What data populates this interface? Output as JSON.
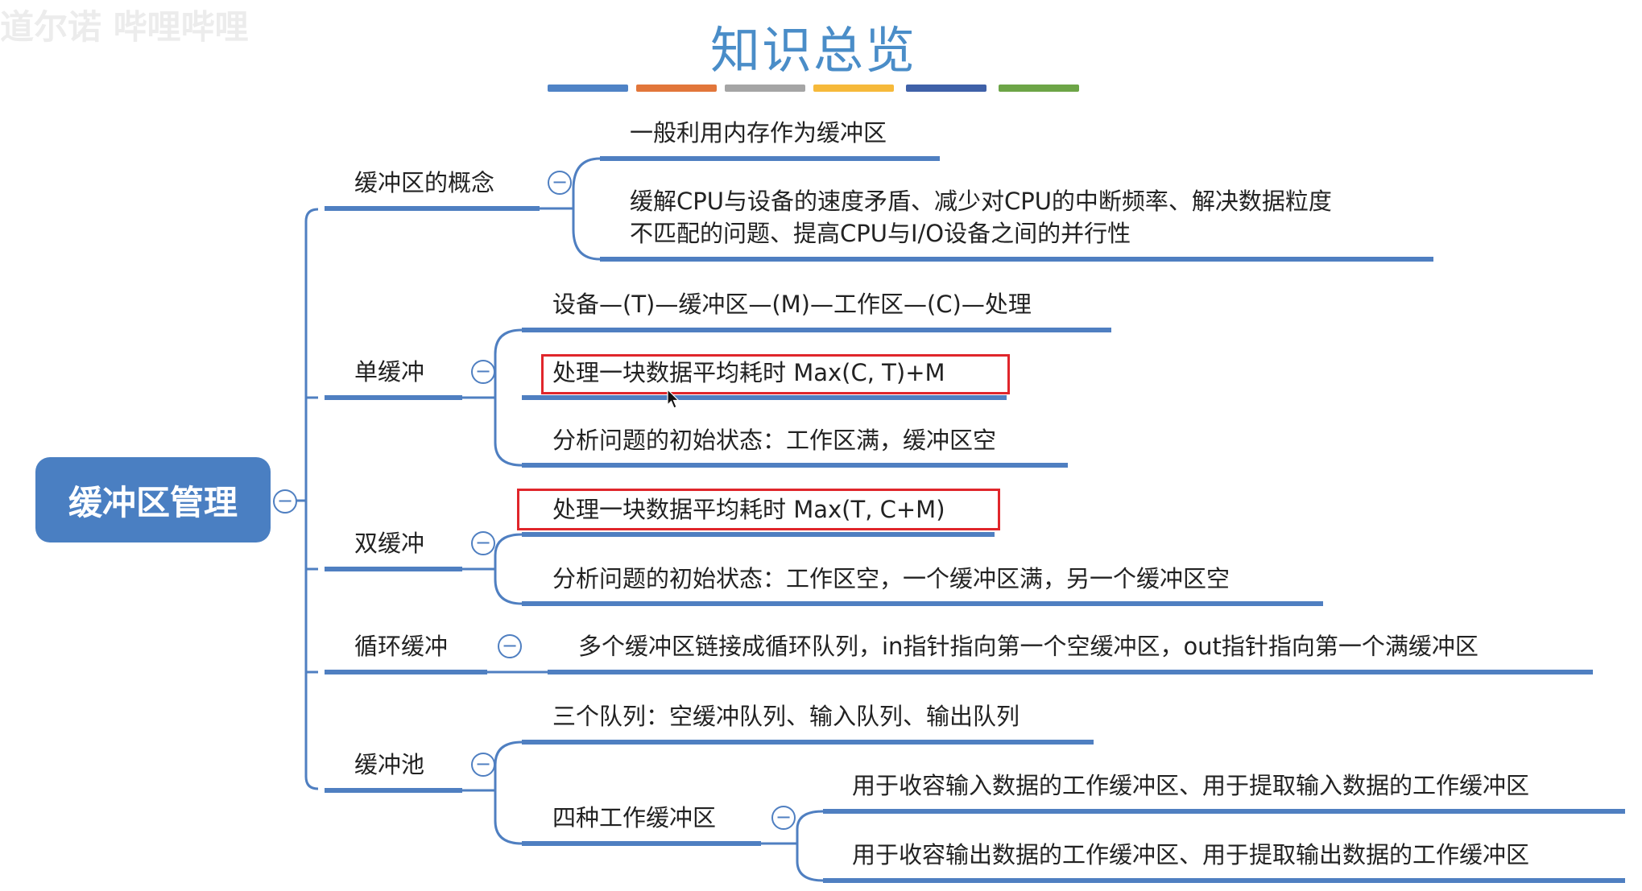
{
  "watermark": "道尔诺 哔哩哔哩",
  "title": "知识总览",
  "title_stripes": [
    "#4f83c6",
    "#e2763a",
    "#a5a5a5",
    "#f6b93a",
    "#3f61a8",
    "#6da547"
  ],
  "root": {
    "label": "缓冲区管理"
  },
  "branches": [
    {
      "label": "缓冲区的概念",
      "children": [
        {
          "label": "一般利用内存作为缓冲区"
        },
        {
          "lines": [
            "缓解CPU与设备的速度矛盾、减少对CPU的中断频率、解决数据粒度",
            "不匹配的问题、提高CPU与I/O设备之间的并行性"
          ]
        }
      ]
    },
    {
      "label": "单缓冲",
      "children": [
        {
          "label": "设备—(T)—缓冲区—(M)—工作区—(C)—处理"
        },
        {
          "label": "处理一块数据平均耗时 Max(C, T)+M",
          "highlighted": true
        },
        {
          "label": "分析问题的初始状态：工作区满，缓冲区空"
        }
      ]
    },
    {
      "label": "双缓冲",
      "children": [
        {
          "label": "处理一块数据平均耗时 Max(T, C+M)",
          "highlighted": true
        },
        {
          "label": "分析问题的初始状态：工作区空，一个缓冲区满，另一个缓冲区空"
        }
      ]
    },
    {
      "label": "循环缓冲",
      "children": [
        {
          "label": "多个缓冲区链接成循环队列，in指针指向第一个空缓冲区，out指针指向第一个满缓冲区"
        }
      ]
    },
    {
      "label": "缓冲池",
      "children": [
        {
          "label": "三个队列：空缓冲队列、输入队列、输出队列"
        },
        {
          "label": "四种工作缓冲区",
          "children": [
            {
              "label": "用于收容输入数据的工作缓冲区、用于提取输入数据的工作缓冲区"
            },
            {
              "label": "用于收容输出数据的工作缓冲区、用于提取输出数据的工作缓冲区"
            }
          ]
        }
      ]
    }
  ],
  "toggle_symbol": "−",
  "colors": {
    "accent": "#4a7fc2",
    "highlight_border": "#e0262b",
    "title": "#4a8dc8"
  }
}
